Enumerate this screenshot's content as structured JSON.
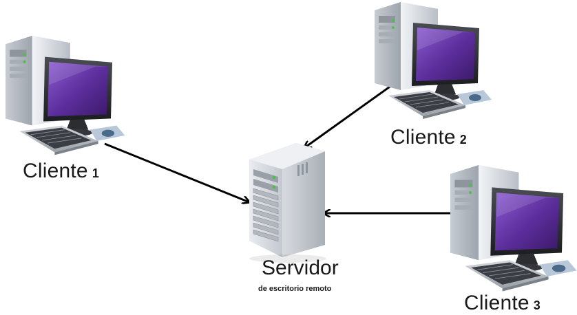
{
  "clients": [
    {
      "label": "Cliente",
      "number": "1"
    },
    {
      "label": "Cliente",
      "number": "2"
    },
    {
      "label": "Cliente",
      "number": "3"
    }
  ],
  "server": {
    "label": "Servidor",
    "sublabel": "de escritorio remoto"
  },
  "icons": {
    "client": "desktop-computer-icon",
    "server": "server-tower-icon"
  },
  "colors": {
    "screen": "#5b2d9a",
    "case": "#d9dde3",
    "arrow": "#000000",
    "led": "#4cc24c"
  }
}
